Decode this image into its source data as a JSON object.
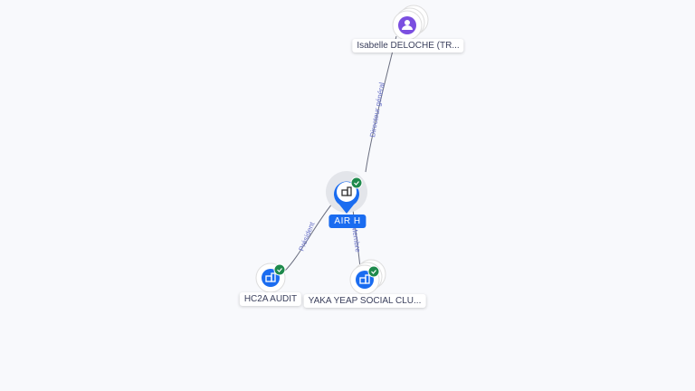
{
  "nodes": {
    "person": {
      "label": "Isabelle DELOCHE (TR...",
      "icon": "person-icon",
      "color": "#7b4fe0"
    },
    "main": {
      "label": "AIR H",
      "icon": "building-icon",
      "color": "#1a6cf0",
      "verified": true
    },
    "hc2a": {
      "label": "HC2A AUDIT",
      "icon": "building-icon",
      "verified": true
    },
    "yaka": {
      "label": "YAKA YEAP SOCIAL CLU...",
      "icon": "building-icon",
      "verified": true
    }
  },
  "edges": {
    "directeur": "Directeur général",
    "president": "Président",
    "membre": "Membre"
  },
  "colors": {
    "verified": "#1e8a4c",
    "company": "#1a6cf0",
    "person": "#7b4fe0"
  }
}
